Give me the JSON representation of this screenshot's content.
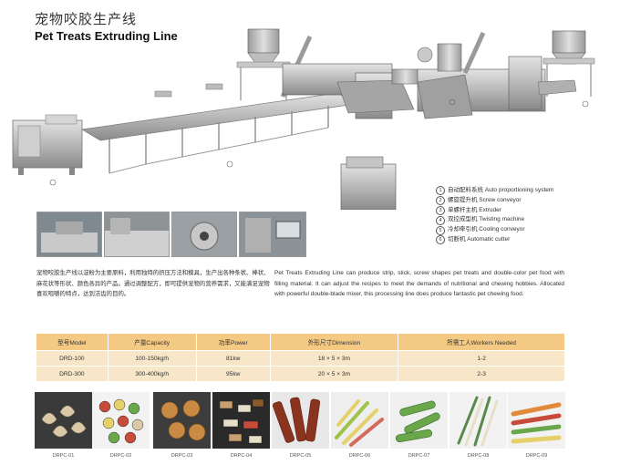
{
  "header": {
    "title_cn": "宠物咬胶生产线",
    "title_en": "Pet Treats Extruding Line"
  },
  "legend": [
    {
      "num": "①",
      "label": "自动配料系统 Auto proportioning system"
    },
    {
      "num": "②",
      "label": "螺旋提升机 Screw conveyor"
    },
    {
      "num": "③",
      "label": "单螺杆主机 Extruder"
    },
    {
      "num": "④",
      "label": "双控成型机 Twisting machine"
    },
    {
      "num": "⑤",
      "label": "冷却牵引机 Cooling conveyor"
    },
    {
      "num": "⑥",
      "label": "切断机 Automatic cutter"
    }
  ],
  "description": {
    "cn": "宠物咬胶生产线以淀粉为主要原料，利用独特的挤压方法和模具，生产出各种条状、棒状、麻花状等形状、颜色各异的产品。通过调整配方，即可提供宠物的营养需求，又能满足宠物喜欢咀嚼的特点，达到洁齿的目的。",
    "en": "Pet Treats Extruding Line can produce strip, stick, screw shapes pet treats and double-color pet food with filling material. It can adjust the recipes to meet the demands of nutritional and chewing hobbies. Allocated with powerful double-blade mixer, this processing line does produce fantastic pet chewing food."
  },
  "spec_table": {
    "headers": [
      "型号Model",
      "产量Capacity",
      "功率Power",
      "外形尺寸Dimension",
      "所需工人Workers Needed"
    ],
    "rows": [
      [
        "DRD-100",
        "100-150kg/h",
        "81kw",
        "18 × 5 × 3m",
        "1-2"
      ],
      [
        "DRD-300",
        "300-400kg/h",
        "95kw",
        "20 × 5 × 3m",
        "2-3"
      ]
    ]
  },
  "products": [
    {
      "code": "DRPC-01"
    },
    {
      "code": "DRPC-02"
    },
    {
      "code": "DRPC-03"
    },
    {
      "code": "DRPC-04"
    },
    {
      "code": "DRPC-05"
    },
    {
      "code": "DRPC-06"
    },
    {
      "code": "DRPC-07"
    },
    {
      "code": "DRPC-08"
    },
    {
      "code": "DRPC-09"
    }
  ],
  "colors": {
    "table_header": "#f4c983",
    "table_row": "#f7e7c8",
    "machine_steel": "#b9b9b9"
  }
}
